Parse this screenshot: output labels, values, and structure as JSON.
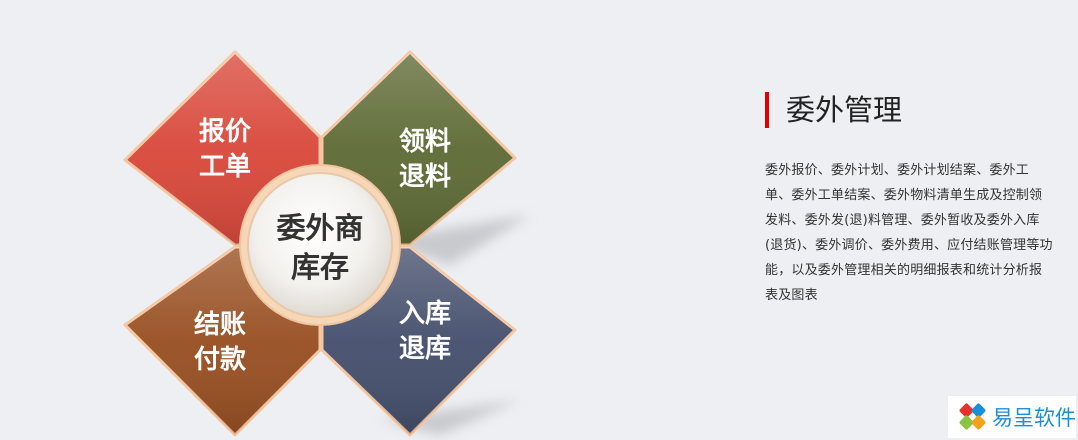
{
  "diagram": {
    "center_line1": "委外商",
    "center_line2": "库存",
    "petals": [
      {
        "line1": "报价",
        "line2": "工单",
        "color": "#d9483b"
      },
      {
        "line1": "领料",
        "line2": "退料",
        "color": "#5e6a35"
      },
      {
        "line1": "结账",
        "line2": "付款",
        "color": "#984f22"
      },
      {
        "line1": "入库",
        "line2": "退库",
        "color": "#454f6c"
      }
    ]
  },
  "info": {
    "title": "委外管理",
    "description": "委外报价、委外计划、委外计划结案、委外工单、委外工单结案、委外物料清单生成及控制领发料、委外发(退)料管理、委外暂收及委外入库(退货)、委外调价、委外费用、应付结账管理等功能，以及委外管理相关的明细报表和统计分析报表及图表"
  },
  "logo": {
    "text": "易呈软件",
    "colors": [
      "#e4322b",
      "#1a8fd6",
      "#8bc53f",
      "#f2a31b"
    ]
  }
}
